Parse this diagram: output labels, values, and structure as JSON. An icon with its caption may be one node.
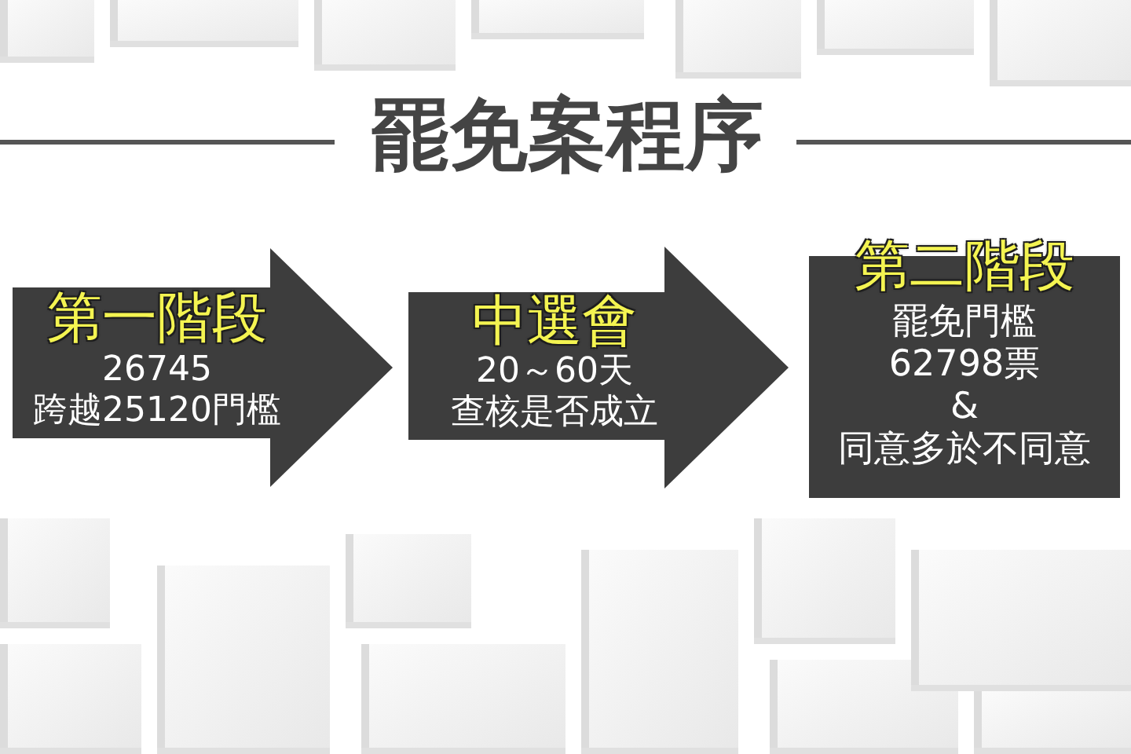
{
  "diagram": {
    "title": "罷免案程序",
    "nodes": [
      {
        "text": [
          "第一階段",
          "26745",
          "跨越25120門檻"
        ]
      },
      {
        "text": [
          "中選會",
          "20～60天",
          "查核是否成立"
        ]
      },
      {
        "text": [
          "第二階段",
          "罷免門檻",
          "62798票",
          "&",
          "同意多於不同意"
        ]
      }
    ],
    "edges": [
      {
        "from": 0,
        "to": 1,
        "arrow": "to"
      },
      {
        "from": 1,
        "to": 2,
        "arrow": "to"
      }
    ]
  }
}
